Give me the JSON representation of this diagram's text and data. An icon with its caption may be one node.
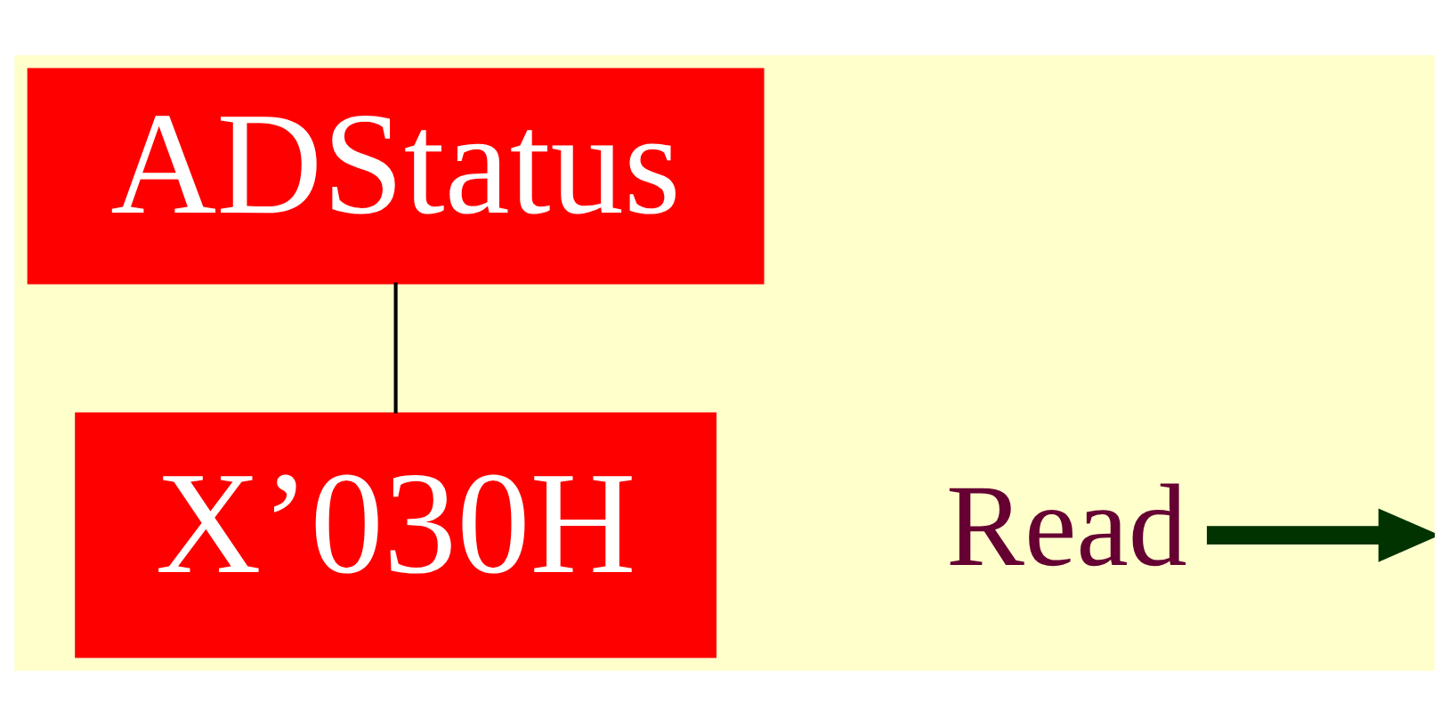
{
  "diagram": {
    "nodes": [
      {
        "text": [
          "ADStatus"
        ]
      },
      {
        "text": [
          "X’030H"
        ]
      },
      {
        "text": [
          "Read"
        ]
      }
    ],
    "edges": [
      {
        "from": 0,
        "to": 1,
        "arrow": "none"
      },
      {
        "from": 2,
        "to": null,
        "arrow": "to",
        "style": "thick",
        "color": "#003300"
      }
    ]
  }
}
